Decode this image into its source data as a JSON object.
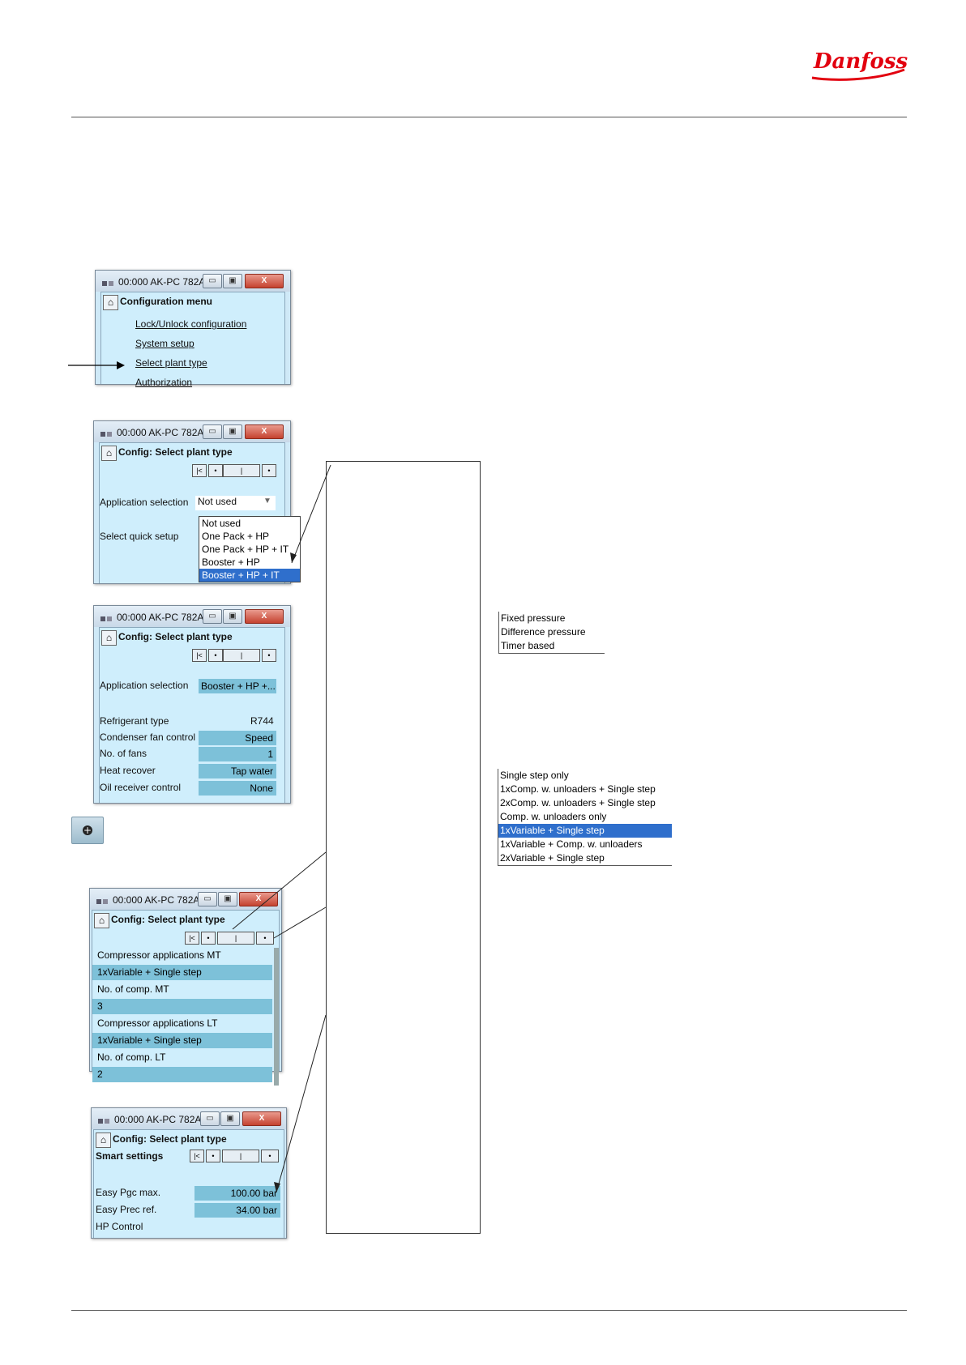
{
  "brand": {
    "logo_text": "Danfoss",
    "color": "#e2000f"
  },
  "window_title": "00:000 AK-PC 782A",
  "window_buttons": {
    "minimize": "▭",
    "maximize": "▣",
    "close": "X"
  },
  "config_menu": {
    "heading": "Configuration menu",
    "items": [
      "Lock/Unlock configuration",
      "System setup",
      "Select plant type",
      "Authorization"
    ]
  },
  "plant_type_1": {
    "heading": "Config: Select plant type",
    "application_label": "Application selection",
    "application_value": "Not used",
    "quick_setup_label": "Select quick setup",
    "options": [
      "Not used",
      "One Pack + HP",
      "One Pack + HP + IT",
      "Booster + HP",
      "Booster + HP + IT"
    ],
    "selected_option": "Booster + HP + IT"
  },
  "plant_type_2": {
    "heading": "Config: Select plant type",
    "rows": [
      {
        "label": "Application selection",
        "value": "Booster + HP +..."
      },
      {
        "label": "Refrigerant type",
        "value": "R744"
      },
      {
        "label": "Condenser fan control",
        "value": "Speed"
      },
      {
        "label": "No. of fans",
        "value": "1"
      },
      {
        "label": "Heat recover",
        "value": "Tap water"
      },
      {
        "label": "Oil receiver control",
        "value": "None"
      }
    ]
  },
  "plant_type_3": {
    "heading": "Config: Select plant type",
    "rows": [
      "Compressor applications MT",
      "1xVariable + Single step",
      "No. of comp. MT",
      "3",
      "Compressor applications LT",
      "1xVariable + Single step",
      "No. of comp. LT",
      "2"
    ]
  },
  "plant_type_4": {
    "heading": "Config: Select plant type",
    "subheading": "Smart settings",
    "rows": [
      {
        "label": "Easy Pgc max.",
        "value": "100.00 bar"
      },
      {
        "label": "Easy Prec ref.",
        "value": "34.00 bar"
      },
      {
        "label": "HP Control",
        "value": ""
      }
    ]
  },
  "pressure_options": [
    "Fixed pressure",
    "Difference pressure",
    "Timer based"
  ],
  "compressor_options": [
    "Single step only",
    "1xComp. w. unloaders + Single step",
    "2xComp. w. unloaders + Single step",
    "Comp. w. unloaders only",
    "1xVariable + Single step",
    "1xVariable + Comp. w. unloaders",
    "2xVariable + Single step"
  ],
  "compressor_selected": "1xVariable + Single step"
}
